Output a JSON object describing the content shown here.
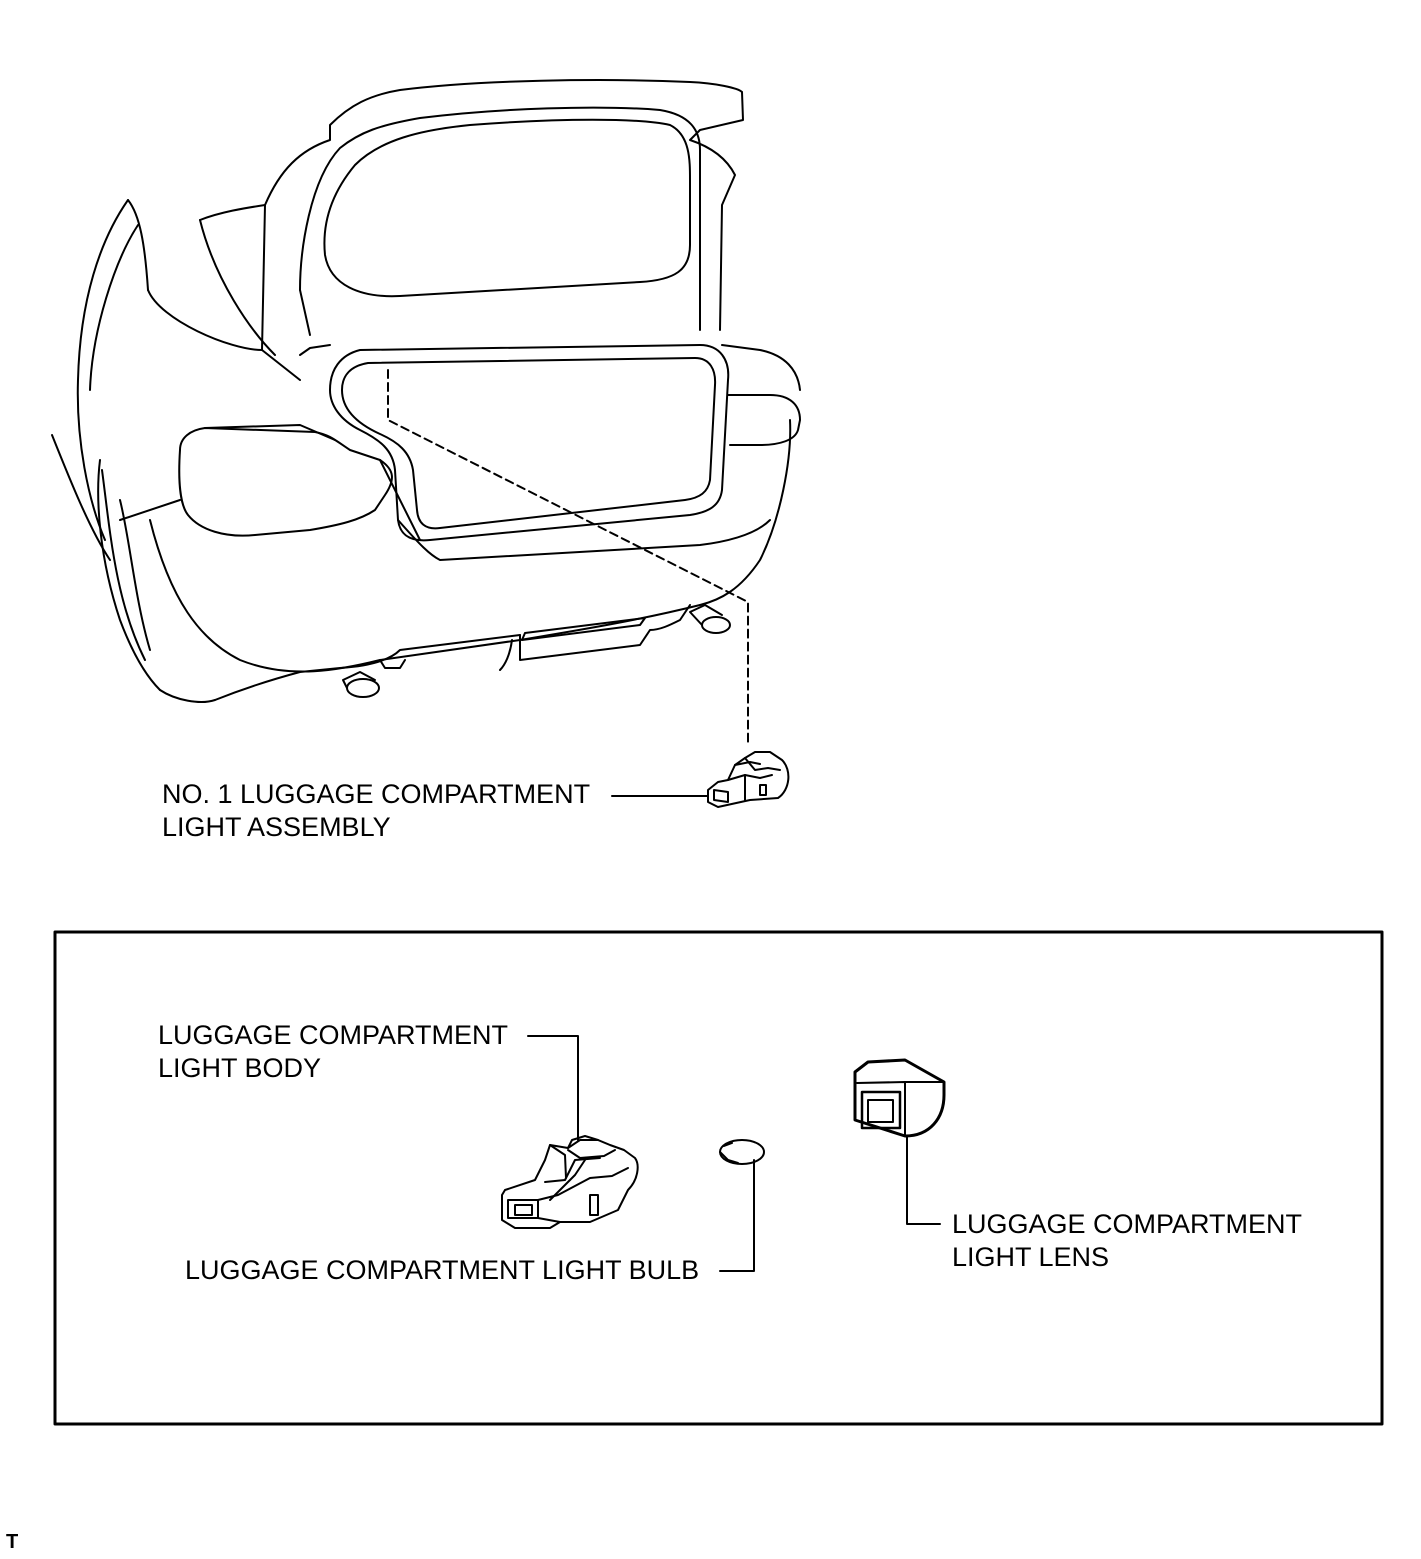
{
  "labels": {
    "assembly": {
      "line1": "NO. 1 LUGGAGE COMPARTMENT",
      "line2": "LIGHT ASSEMBLY"
    },
    "body": {
      "line1": "LUGGAGE COMPARTMENT",
      "line2": "LIGHT BODY"
    },
    "bulb": {
      "line1": "LUGGAGE COMPARTMENT LIGHT BULB"
    },
    "lens": {
      "line1": "LUGGAGE COMPARTMENT",
      "line2": "LIGHT LENS"
    }
  },
  "corner_mark": "T",
  "colors": {
    "line": "#000000",
    "background": "#ffffff"
  }
}
